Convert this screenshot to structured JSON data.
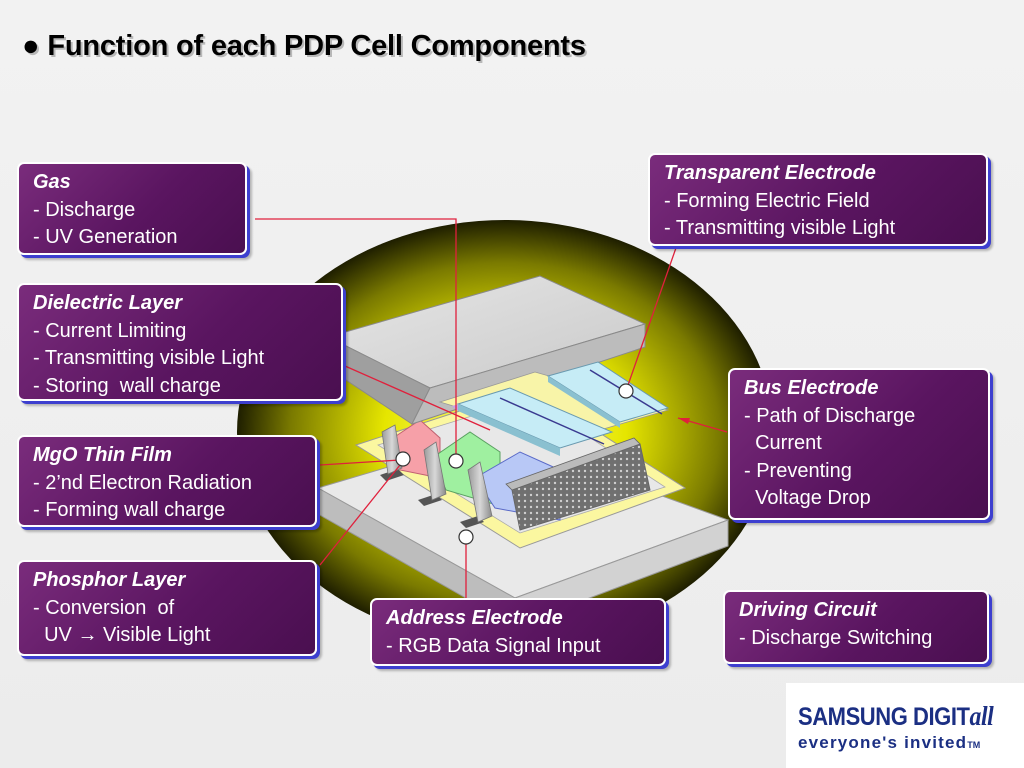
{
  "slide": {
    "bullet": "●",
    "title": "Function of each PDP Cell Components"
  },
  "boxes": {
    "gas": {
      "title": "Gas",
      "lines": [
        "- Discharge",
        "- UV Generation"
      ]
    },
    "dielectric": {
      "title": "Dielectric Layer",
      "lines": [
        "- Current Limiting",
        "- Transmitting visible Light",
        "- Storing  wall charge"
      ]
    },
    "mgo": {
      "title": "MgO Thin Film",
      "lines": [
        "- 2’nd Electron Radiation",
        "- Forming wall charge"
      ]
    },
    "phosphor": {
      "title": "Phosphor Layer",
      "lines": [
        "- Conversion  of",
        "  UV → Visible Light"
      ]
    },
    "address": {
      "title": "Address Electrode",
      "lines": [
        "- RGB Data Signal Input"
      ]
    },
    "transparent": {
      "title": "Transparent Electrode",
      "lines": [
        "- Forming Electric Field",
        "- Transmitting visible Light"
      ]
    },
    "bus": {
      "title": "Bus Electrode",
      "lines": [
        "- Path of Discharge",
        "  Current",
        "- Preventing",
        "  Voltage Drop"
      ]
    },
    "driving": {
      "title": "Driving Circuit",
      "lines": [
        "- Discharge Switching"
      ]
    }
  },
  "logo": {
    "brand_main": "SAMSUNG DIGIT",
    "brand_italic": "all",
    "tagline": "everyone's invited",
    "trademark": "TM"
  },
  "colors": {
    "box_fill": "#5a1560",
    "box_shadow": "#3d3fcf",
    "leader_line": "#e0203c",
    "glow": "#e6e600",
    "logo_blue": "#1b2f83"
  }
}
